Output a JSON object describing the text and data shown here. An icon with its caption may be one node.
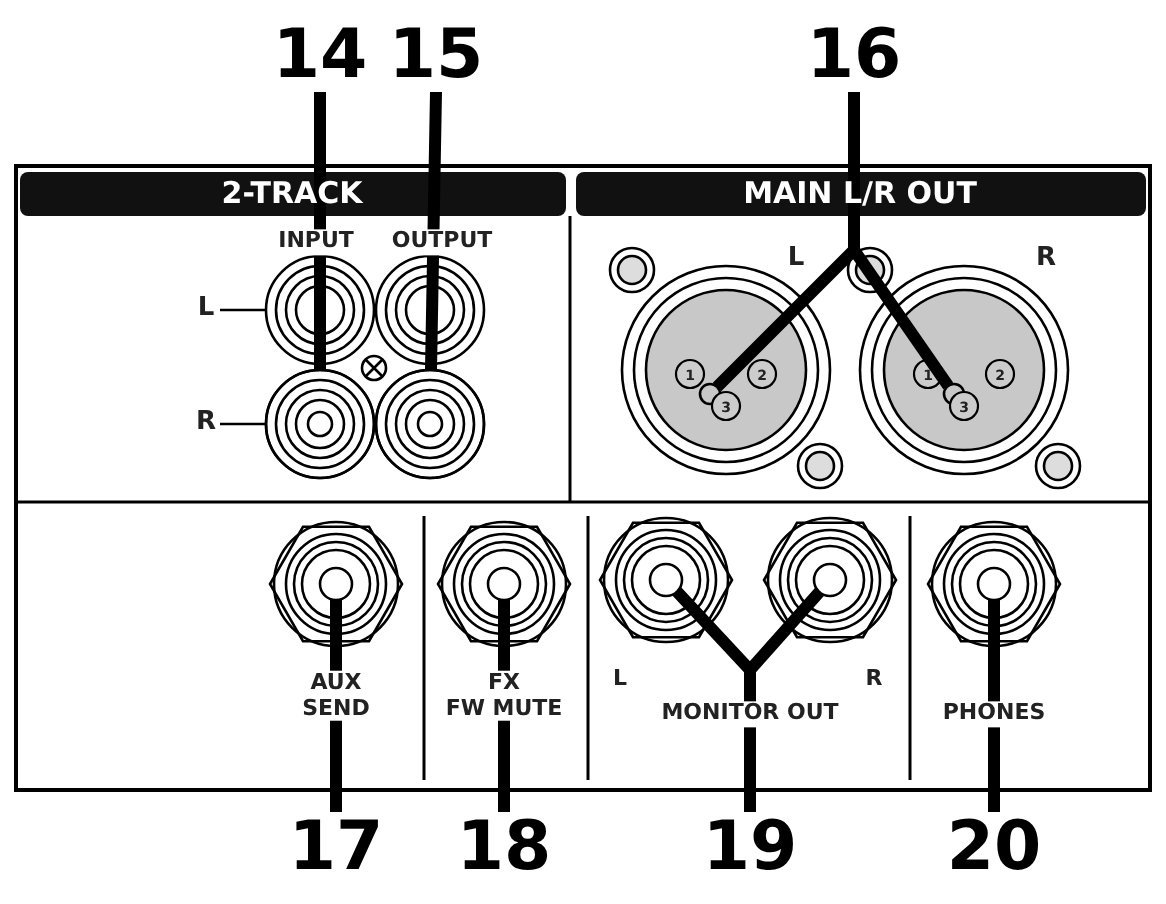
{
  "diagram": {
    "nodes": [
      {
        "text": [
          "14"
        ]
      },
      {
        "text": [
          "15"
        ]
      },
      {
        "text": [
          "16"
        ]
      },
      {
        "text": [
          "17"
        ]
      },
      {
        "text": [
          "18"
        ]
      },
      {
        "text": [
          "19"
        ]
      },
      {
        "text": [
          "20"
        ]
      },
      {
        "text": [],
        "shape": "circle"
      },
      {
        "text": [],
        "shape": "circle"
      },
      {
        "text": [],
        "shape": "circle"
      },
      {
        "text": [],
        "shape": "circle"
      },
      {
        "text": [],
        "shape": "circle"
      },
      {
        "text": [],
        "shape": "circle"
      },
      {
        "text": [],
        "shape": "circle"
      },
      {
        "text": [],
        "shape": "circle"
      },
      {
        "text": [],
        "shape": "circle"
      }
    ],
    "edges": [
      {
        "from": 0,
        "to": 7,
        "arrow": "none"
      },
      {
        "from": 1,
        "to": 8,
        "arrow": "none"
      },
      {
        "from": 2,
        "to": 9,
        "arrow": "none"
      },
      {
        "from": 2,
        "to": 10,
        "arrow": "none"
      },
      {
        "from": 3,
        "to": 11,
        "arrow": "none"
      },
      {
        "from": 4,
        "to": 12,
        "arrow": "none"
      },
      {
        "from": 5,
        "to": 13,
        "arrow": "none"
      },
      {
        "from": 5,
        "to": 14,
        "arrow": "none"
      },
      {
        "from": 6,
        "to": 15,
        "arrow": "none"
      }
    ],
    "labels": [
      "2-TRACK",
      "MAIN L/R OUT",
      "INPUT",
      "OUTPUT",
      "L",
      "R",
      "L",
      "R",
      "1",
      "2",
      "3",
      "1",
      "2",
      "3",
      "AUX SEND",
      "FX FW MUTE",
      "L",
      "R",
      "MONITOR OUT",
      "PHONES"
    ]
  }
}
